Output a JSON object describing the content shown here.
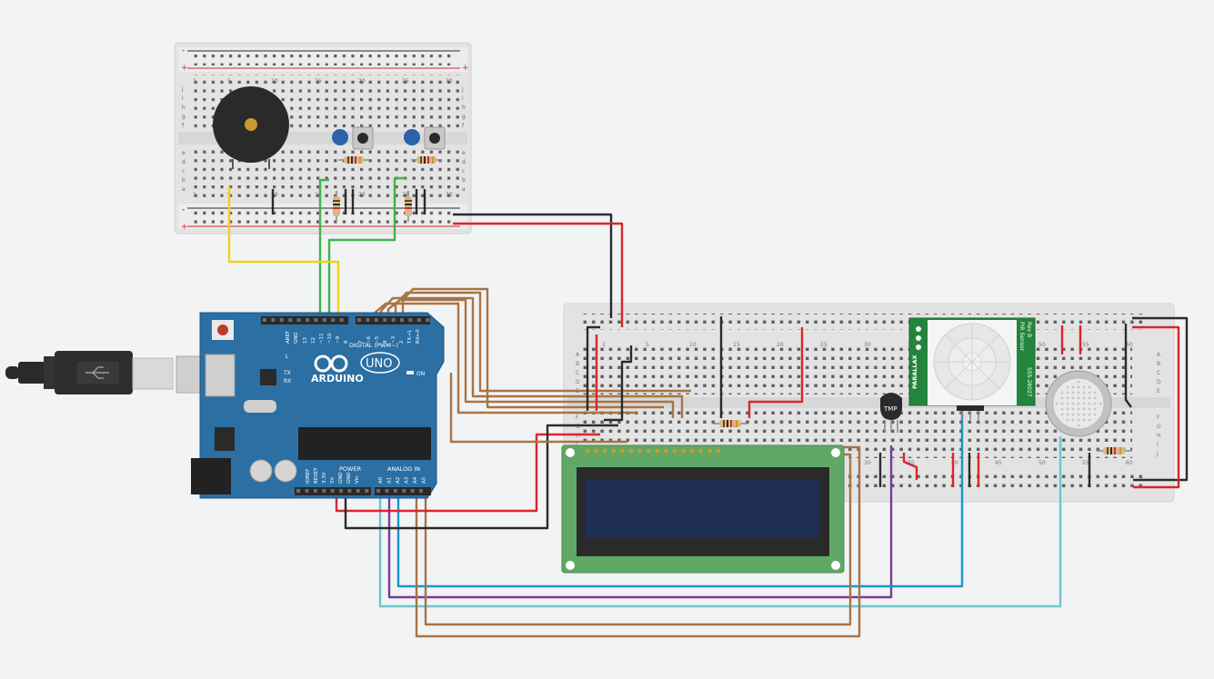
{
  "colors": {
    "canvas": "#f2f3f4",
    "breadboard": "#e6e6e6",
    "arduino": "#2b6fa3",
    "lcd_board": "#5fa866",
    "lcd_screen": "#1f2e55",
    "pir_board": "#23843b",
    "wire_red": "#d8262c",
    "wire_black": "#2b2b2b",
    "wire_green": "#3fb34a",
    "wire_yellow": "#f0d21a",
    "wire_brown": "#a87445",
    "wire_blue": "#1a96c9",
    "wire_purple": "#7a3b98",
    "wire_cyan": "#6cc6cf"
  },
  "arduino": {
    "brand": "ARDUINO",
    "model": "UNO",
    "digital_label": "DIGITAL (PWM~)",
    "power_label": "POWER",
    "analog_label": "ANALOG IN",
    "on_label": "ON",
    "tx_label": "TX",
    "rx_label": "RX",
    "l_label": "L",
    "aref_label": "AREF",
    "gnd_label": "GND",
    "top_pins": [
      "13",
      "12",
      "~11",
      "~10",
      "~9",
      "8",
      "7",
      "~6",
      "~5",
      "4",
      "~3",
      "2",
      "TX→1",
      "RX←0"
    ],
    "power_pins": [
      "IOREF",
      "RESET",
      "3.3V",
      "5V",
      "GND",
      "GND",
      "Vin"
    ],
    "analog_pins": [
      "A0",
      "A1",
      "A2",
      "A3",
      "A4",
      "A5"
    ]
  },
  "small_breadboard": {
    "column_numbers_top": [
      "1",
      "5",
      "10",
      "15",
      "20",
      "25",
      "30"
    ],
    "row_letters_top": [
      "j",
      "i",
      "h",
      "g",
      "f"
    ],
    "row_letters_bottom": [
      "e",
      "d",
      "c",
      "b",
      "a"
    ],
    "plus_label": "+",
    "minus_label": "-"
  },
  "large_breadboard": {
    "column_numbers": [
      "1",
      "5",
      "10",
      "15",
      "20",
      "25",
      "30",
      "35",
      "40",
      "45",
      "50",
      "55",
      "60"
    ],
    "row_letters_top": [
      "A",
      "B",
      "C",
      "D",
      "E"
    ],
    "row_letters_bottom": [
      "F",
      "G",
      "H",
      "I",
      "J"
    ]
  },
  "tmp_sensor": {
    "label": "TMP"
  },
  "pir_sensor": {
    "brand": "PARALLAX",
    "title": "PIR Sensor",
    "rev": "Rev B",
    "part": "555-28027"
  }
}
